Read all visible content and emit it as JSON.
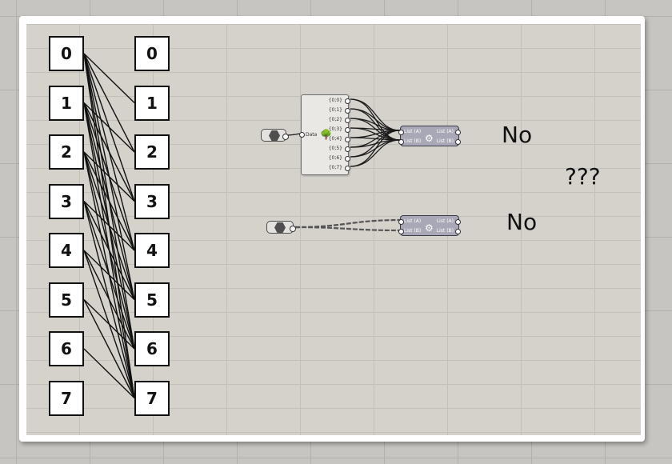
{
  "left_column": [
    "0",
    "1",
    "2",
    "3",
    "4",
    "5",
    "6",
    "7"
  ],
  "right_column": [
    "0",
    "1",
    "2",
    "3",
    "4",
    "5",
    "6",
    "7"
  ],
  "connections": [
    [
      0,
      1
    ],
    [
      0,
      2
    ],
    [
      0,
      3
    ],
    [
      0,
      4
    ],
    [
      0,
      5
    ],
    [
      0,
      6
    ],
    [
      0,
      7
    ],
    [
      1,
      2
    ],
    [
      1,
      3
    ],
    [
      1,
      4
    ],
    [
      1,
      5
    ],
    [
      1,
      6
    ],
    [
      1,
      7
    ],
    [
      2,
      3
    ],
    [
      2,
      4
    ],
    [
      2,
      5
    ],
    [
      2,
      6
    ],
    [
      2,
      7
    ],
    [
      3,
      4
    ],
    [
      3,
      5
    ],
    [
      3,
      6
    ],
    [
      3,
      7
    ],
    [
      4,
      5
    ],
    [
      4,
      6
    ],
    [
      4,
      7
    ],
    [
      5,
      6
    ],
    [
      5,
      7
    ],
    [
      6,
      7
    ]
  ],
  "tree_component": {
    "input_label": "Data",
    "outputs": [
      "{0;0}",
      "{0;1}",
      "{0;2}",
      "{0;3}",
      "{0;4}",
      "{0;5}",
      "{0;6}",
      "{0;7}"
    ],
    "icon": "tree-icon"
  },
  "cross_reference_top": {
    "inputs": [
      "List (A)",
      "List (B)"
    ],
    "outputs": [
      "List (A)",
      "List (B)"
    ],
    "icon": "gear-icon"
  },
  "cross_reference_bottom": {
    "inputs": [
      "List (A)",
      "List (B)"
    ],
    "outputs": [
      "List (A)",
      "List (B)"
    ],
    "icon": "gear-icon"
  },
  "notes": {
    "no_top": "No",
    "question": "???",
    "no_bottom": "No"
  }
}
